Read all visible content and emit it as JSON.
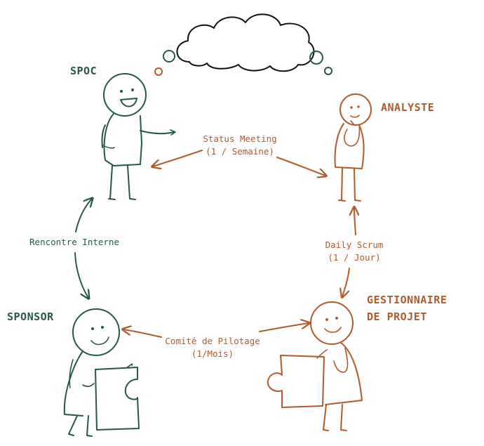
{
  "colors": {
    "green": "#24584a",
    "orange": "#b15a2a",
    "black": "#111111",
    "background": "#ffffff"
  },
  "roles": {
    "spoc": "SPOC",
    "analyste": "ANALYSTE",
    "sponsor": "SPONSOR",
    "gestionnaire_line1": "GESTIONNAIRE",
    "gestionnaire_line2": "DE PROJET"
  },
  "meetings": {
    "status_line1": "Status Meeting",
    "status_line2": "(1 / Semaine)",
    "rencontre": "Rencontre Interne",
    "daily_line1": "Daily Scrum",
    "daily_line2": "(1 / Jour)",
    "comite_line1": "Comité de Pilotage",
    "comite_line2": "(1/Mois)"
  },
  "icons": [
    "thought-cloud-icon",
    "puzzle-piece-icon",
    "stick-figure-icon"
  ]
}
